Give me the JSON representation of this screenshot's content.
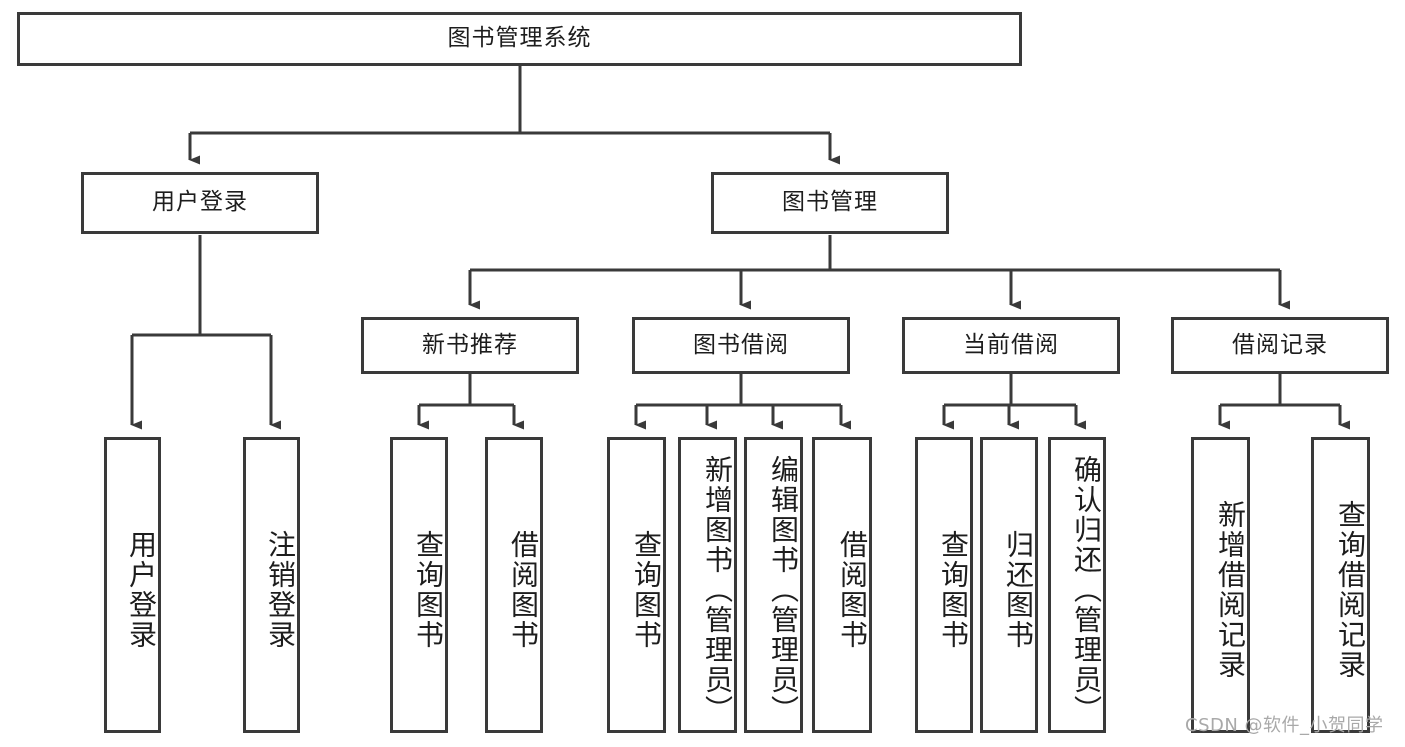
{
  "diagram": {
    "title_node": {
      "label": "图书管理系统"
    },
    "level1": [
      {
        "label": "用户登录"
      },
      {
        "label": "图书管理"
      }
    ],
    "level2": [
      {
        "label": "新书推荐"
      },
      {
        "label": "图书借阅"
      },
      {
        "label": "当前借阅"
      },
      {
        "label": "借阅记录"
      }
    ],
    "leaves": {
      "user_login": [
        {
          "label": "用户登录"
        },
        {
          "label": "注销登录"
        }
      ],
      "new_book_recommend": [
        {
          "label": "查询图书"
        },
        {
          "label": "借阅图书"
        }
      ],
      "book_borrow": [
        {
          "label": "查询图书"
        },
        {
          "label": "新增图书（管理员）"
        },
        {
          "label": "编辑图书（管理员）"
        },
        {
          "label": "借阅图书"
        }
      ],
      "current_borrow": [
        {
          "label": "查询图书"
        },
        {
          "label": "归还图书"
        },
        {
          "label": "确认归还（管理员）"
        }
      ],
      "borrow_record": [
        {
          "label": "新增借阅记录"
        },
        {
          "label": "查询借阅记录"
        }
      ]
    }
  },
  "watermark": {
    "text": "CSDN @软件_小贺同学"
  },
  "colors": {
    "node_border": "#3a3a3a",
    "node_fill": "#ffffff",
    "edge": "#3a3a3a",
    "text": "#1d1d1d",
    "watermark": "#a9a9a9"
  }
}
